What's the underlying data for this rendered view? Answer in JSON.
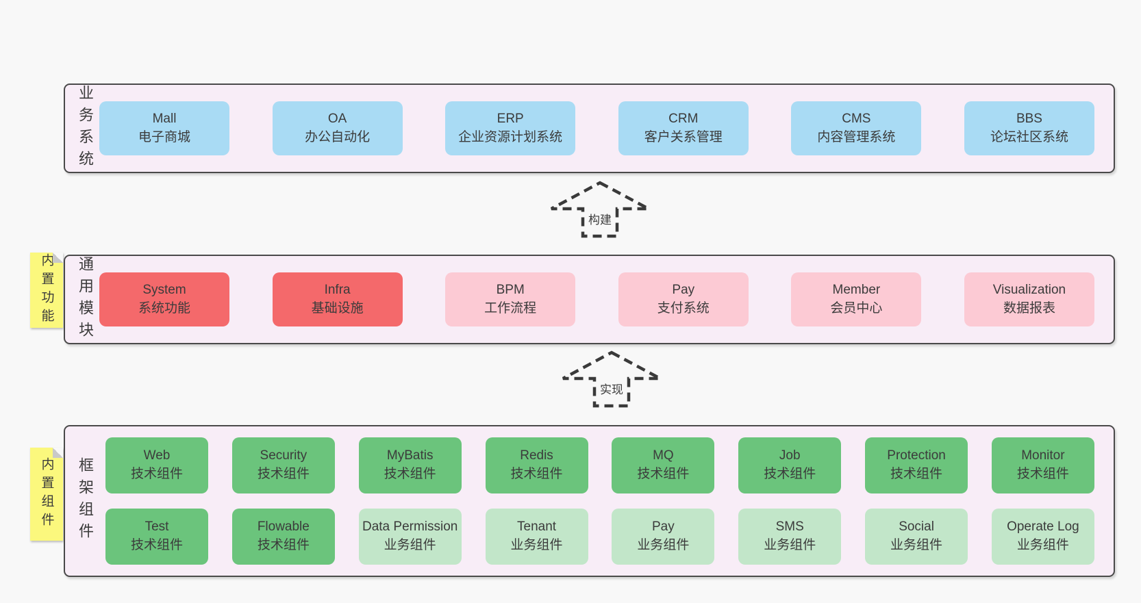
{
  "colors": {
    "page_bg": "#f8f8f8",
    "container_bg": "#f8edf7",
    "container_border": "#4a4a4a",
    "business_box": "#a9dbf4",
    "core_module_box": "#f4696b",
    "module_box": "#fccad4",
    "tech_component_box": "#6bc47c",
    "biz_component_box": "#c2e6c9",
    "sticky_note": "#fbf87d",
    "text": "#3b3b3b"
  },
  "arrows": [
    {
      "label": "构建"
    },
    {
      "label": "实现"
    }
  ],
  "layers": [
    {
      "label": "业务系统",
      "rows": [
        {
          "boxes": [
            {
              "name": "Mall",
              "desc": "电子商城"
            },
            {
              "name": "OA",
              "desc": "办公自动化"
            },
            {
              "name": "ERP",
              "desc": "企业资源计划系统"
            },
            {
              "name": "CRM",
              "desc": "客户关系管理"
            },
            {
              "name": "CMS",
              "desc": "内容管理系统"
            },
            {
              "name": "BBS",
              "desc": "论坛社区系统"
            }
          ]
        }
      ]
    },
    {
      "label": "通用模块",
      "note": "内置功能",
      "rows": [
        {
          "boxes": [
            {
              "name": "System",
              "desc": "系统功能"
            },
            {
              "name": "Infra",
              "desc": "基础设施"
            },
            {
              "name": "BPM",
              "desc": "工作流程"
            },
            {
              "name": "Pay",
              "desc": "支付系统"
            },
            {
              "name": "Member",
              "desc": "会员中心"
            },
            {
              "name": "Visualization",
              "desc": "数据报表"
            }
          ]
        }
      ]
    },
    {
      "label": "框架组件",
      "note": "内置组件",
      "rows": [
        {
          "boxes": [
            {
              "name": "Web",
              "desc": "技术组件"
            },
            {
              "name": "Security",
              "desc": "技术组件"
            },
            {
              "name": "MyBatis",
              "desc": "技术组件"
            },
            {
              "name": "Redis",
              "desc": "技术组件"
            },
            {
              "name": "MQ",
              "desc": "技术组件"
            },
            {
              "name": "Job",
              "desc": "技术组件"
            },
            {
              "name": "Protection",
              "desc": "技术组件"
            },
            {
              "name": "Monitor",
              "desc": "技术组件"
            }
          ]
        },
        {
          "boxes": [
            {
              "name": "Test",
              "desc": "技术组件"
            },
            {
              "name": "Flowable",
              "desc": "技术组件"
            },
            {
              "name": "Data Permission",
              "desc": "业务组件"
            },
            {
              "name": "Tenant",
              "desc": "业务组件"
            },
            {
              "name": "Pay",
              "desc": "业务组件"
            },
            {
              "name": "SMS",
              "desc": "业务组件"
            },
            {
              "name": "Social",
              "desc": "业务组件"
            },
            {
              "name": "Operate Log",
              "desc": "业务组件"
            }
          ]
        }
      ]
    }
  ]
}
